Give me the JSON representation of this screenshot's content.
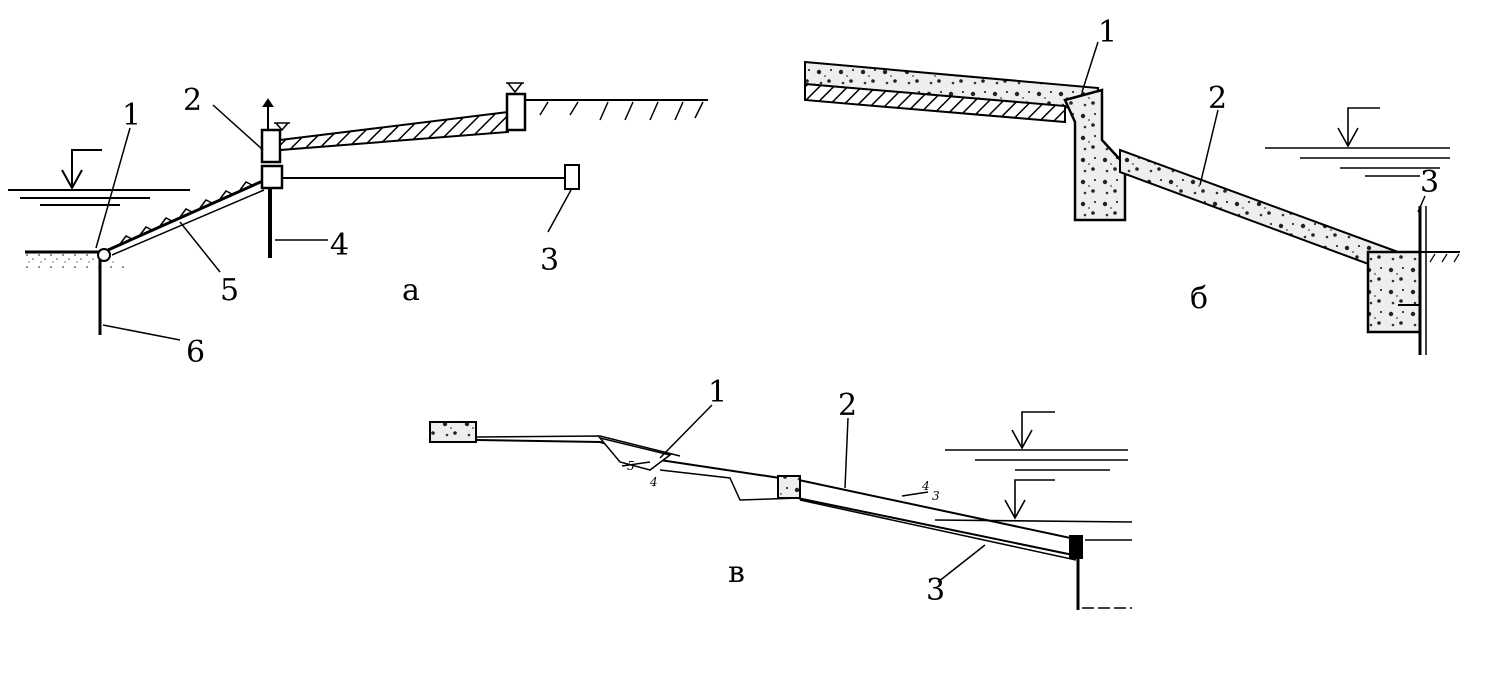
{
  "diagram_a": {
    "caption": "а",
    "labels": {
      "l1": "1",
      "l2": "2",
      "l3": "3",
      "l4": "4",
      "l5": "5",
      "l6": "6"
    }
  },
  "diagram_b": {
    "caption": "б",
    "labels": {
      "l1": "1",
      "l2": "2",
      "l3": "3"
    }
  },
  "diagram_v": {
    "caption": "в",
    "labels": {
      "l1": "1",
      "l2": "2",
      "l3": "3",
      "s1": "5",
      "s2": "4",
      "s3": "4",
      "s4": "3"
    }
  },
  "colors": {
    "ink": "#000000",
    "background": "#ffffff",
    "concrete": "#e6e6e6"
  }
}
